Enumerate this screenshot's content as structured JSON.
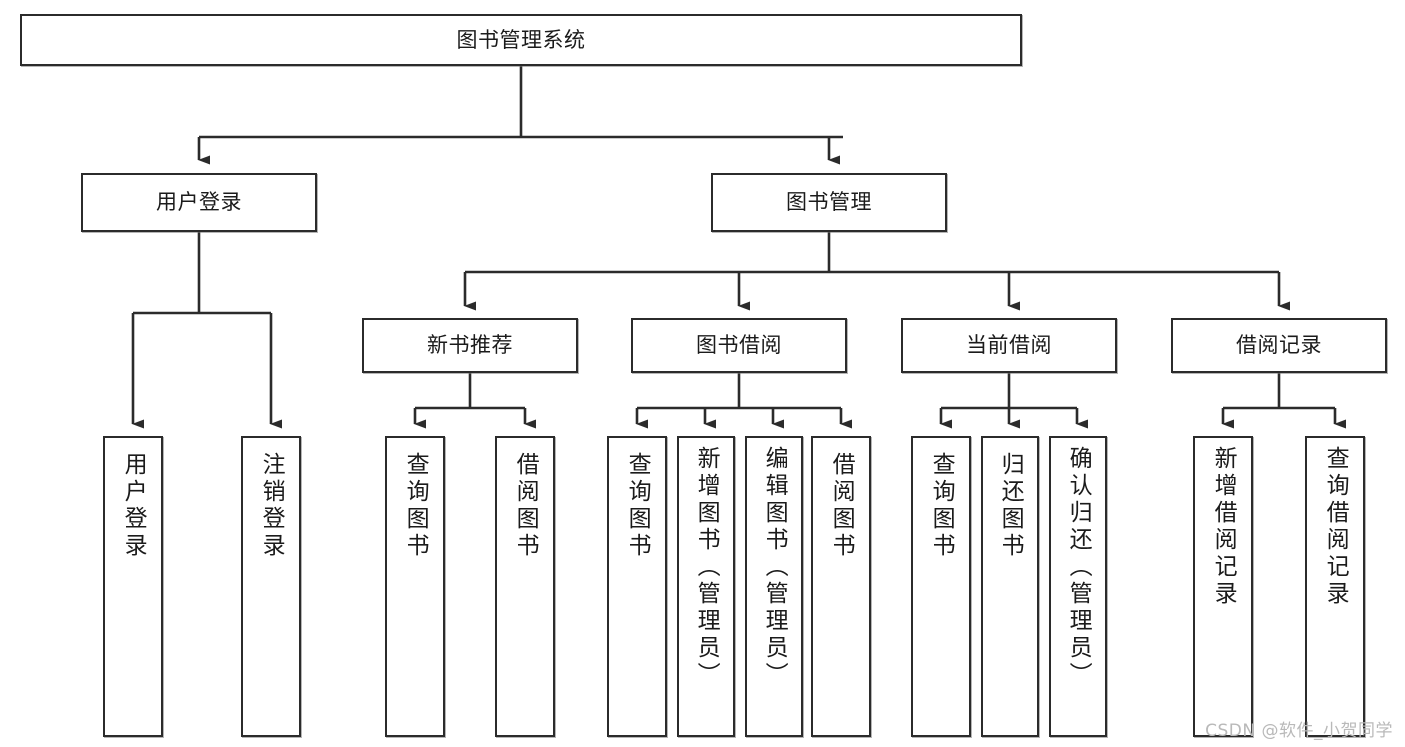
{
  "diagram": {
    "title": "图书管理系统",
    "type": "tree",
    "line_color": "#2b2b2b",
    "box_fill": "#ffffff",
    "text_color": "#1b1b1b",
    "watermark": "CSDN @软件_小贺同学",
    "nodes": {
      "root": {
        "label": "图书管理系统"
      },
      "level2": [
        {
          "label": "用户登录"
        },
        {
          "label": "图书管理"
        }
      ],
      "level3": [
        {
          "label": "新书推荐"
        },
        {
          "label": "图书借阅"
        },
        {
          "label": "当前借阅"
        },
        {
          "label": "借阅记录"
        }
      ],
      "leaves": {
        "user_login": [
          {
            "label": "用户登录"
          },
          {
            "label": "注销登录"
          }
        ],
        "new_book_recommend": [
          {
            "label": "查询图书"
          },
          {
            "label": "借阅图书"
          }
        ],
        "book_borrow": [
          {
            "label": "查询图书"
          },
          {
            "label": "新增图书（管理员）"
          },
          {
            "label": "编辑图书（管理员）"
          },
          {
            "label": "借阅图书"
          }
        ],
        "current_borrow": [
          {
            "label": "查询图书"
          },
          {
            "label": "归还图书"
          },
          {
            "label": "确认归还（管理员）"
          }
        ],
        "borrow_record": [
          {
            "label": "新增借阅记录"
          },
          {
            "label": "查询借阅记录"
          }
        ]
      }
    }
  }
}
